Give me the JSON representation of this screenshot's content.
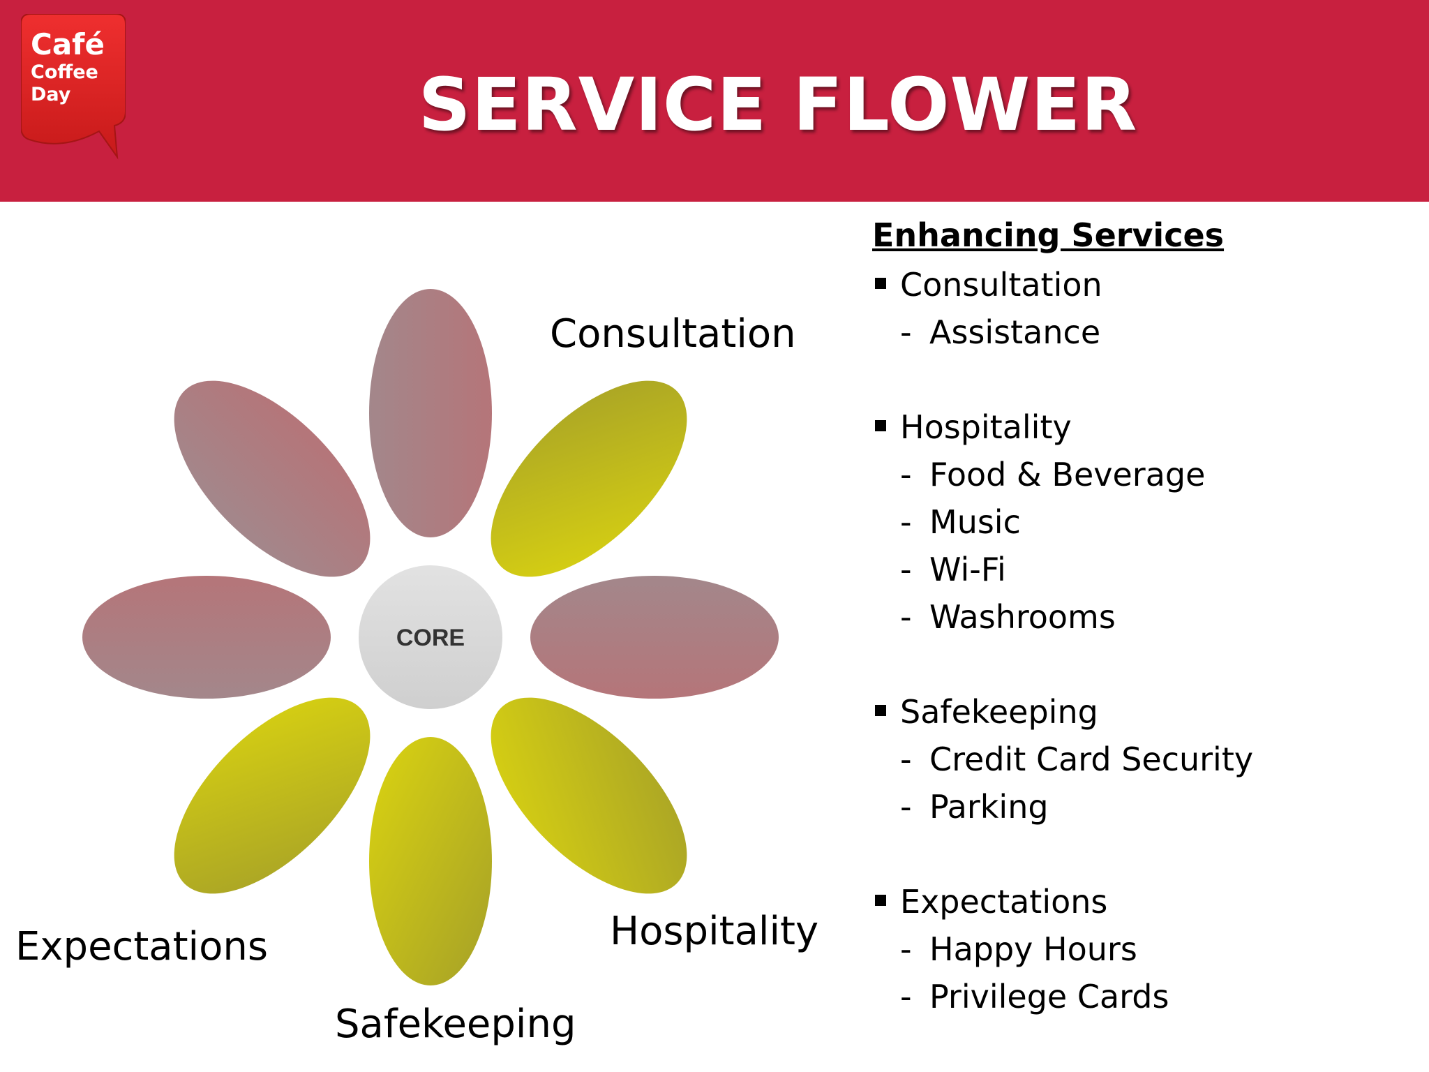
{
  "header": {
    "logo": {
      "line1": "Café",
      "line2": "Coffee",
      "line3": "Day"
    },
    "title": "SERVICE FLOWER"
  },
  "flower": {
    "core_label": "CORE",
    "petal_labels": {
      "consultation": "Consultation",
      "hospitality": "Hospitality",
      "safekeeping": "Safekeeping",
      "expectations": "Expectations"
    },
    "colors": {
      "header": "#c8203f",
      "pink_petal": "#ad7c7e",
      "yellow_petal": "#c6c21a",
      "core": "#d6d6d6"
    }
  },
  "services": {
    "title": "Enhancing Services",
    "groups": [
      {
        "label": "Consultation",
        "items": [
          "Assistance"
        ]
      },
      {
        "label": "Hospitality",
        "items": [
          "Food & Beverage",
          "Music",
          "Wi-Fi",
          "Washrooms"
        ]
      },
      {
        "label": "Safekeeping",
        "items": [
          "Credit Card Security",
          "Parking"
        ]
      },
      {
        "label": "Expectations",
        "items": [
          "Happy Hours",
          "Privilege Cards"
        ]
      }
    ]
  }
}
